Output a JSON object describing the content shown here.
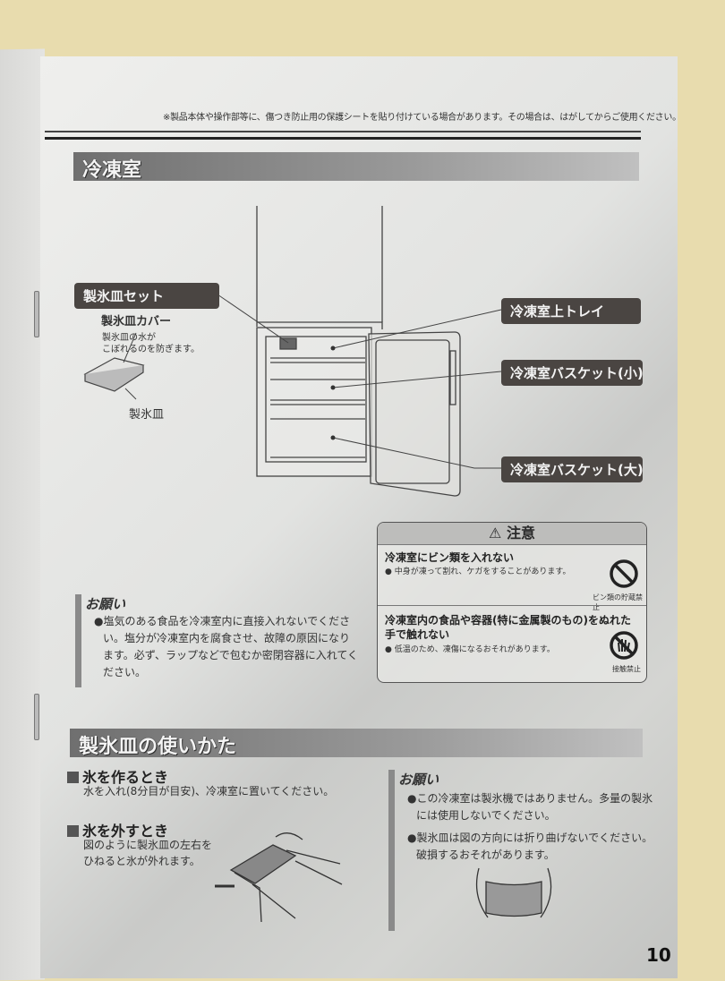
{
  "page": {
    "notice": "※製品本体や操作部等に、傷つき防止用の保護シートを貼り付けている場合があります。その場合は、はがしてからご使用ください。",
    "page_number": "10"
  },
  "freezer_section": {
    "title": "冷凍室",
    "labels": {
      "ice_tray_set": "製氷皿セット",
      "ice_tray_cover": "製氷皿カバー",
      "ice_tray_cover_desc_line1": "製氷皿の水が",
      "ice_tray_cover_desc_line2": "こぼれるのを防ぎます。",
      "ice_tray": "製氷皿",
      "upper_tray": "冷凍室上トレイ",
      "basket_small": "冷凍室バスケット(小)",
      "basket_large": "冷凍室バスケット(大)"
    },
    "request": {
      "title": "お願い",
      "items": [
        "塩気のある食品を冷凍室内に直接入れないでください。塩分が冷凍室内を腐食させ、故障の原因になります。必ず、ラップなどで包むか密閉容器に入れてください。"
      ]
    },
    "caution": {
      "title": "注意",
      "icon": "warning-triangle-icon",
      "items": [
        {
          "heading": "冷凍室にビン類を入れない",
          "note": "中身が凍って割れ、ケガをすることがあります。",
          "icon": "prohibited-icon",
          "icon_label": "ビン類の貯蔵禁止"
        },
        {
          "heading_line1": "冷凍室内の食品や容器(特に金属製のもの)をぬれた",
          "heading_line2": "手で触れない",
          "note": "低温のため、凍傷になるおそれがあります。",
          "icon": "no-touch-icon",
          "icon_label": "接触禁止"
        }
      ]
    }
  },
  "ice_tray_section": {
    "title": "製氷皿の使いかた",
    "making": {
      "heading": "氷を作るとき",
      "body": "水を入れ(8分目が目安)、冷凍室に置いてください。"
    },
    "removing": {
      "heading": "氷を外すとき",
      "body_line1": "図のように製氷皿の左右を",
      "body_line2": "ひねると氷が外れます。"
    },
    "request": {
      "title": "お願い",
      "items": [
        "この冷凍室は製氷機ではありません。多量の製氷には使用しないでください。",
        "製氷皿は図の方向には折り曲げないでください。破損するおそれがあります。"
      ]
    }
  }
}
